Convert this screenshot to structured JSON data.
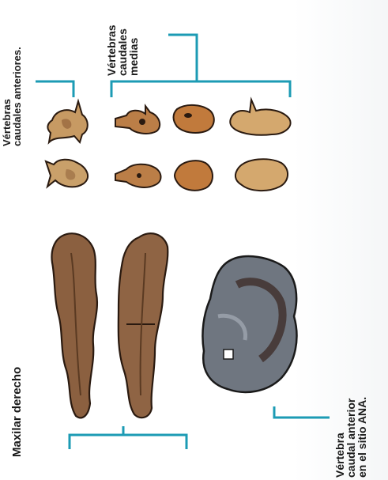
{
  "labels": {
    "caudal_anterior": [
      "Vértebras",
      "caudales anteriores."
    ],
    "caudal_media": [
      "Vértebras",
      "caudales",
      "medias"
    ],
    "maxilar": [
      "Maxilar derecho"
    ],
    "vertebra_sitio": [
      "Vértebra",
      "caudal anterior",
      "en el sitio ANA."
    ]
  },
  "colors": {
    "bracket": "#1c9bb4",
    "bone_light": "#c79a63",
    "bone_dark": "#8a5a33",
    "maxilar": "#8b6040",
    "rock": "#6f7680",
    "text": "#1a1a1a"
  }
}
